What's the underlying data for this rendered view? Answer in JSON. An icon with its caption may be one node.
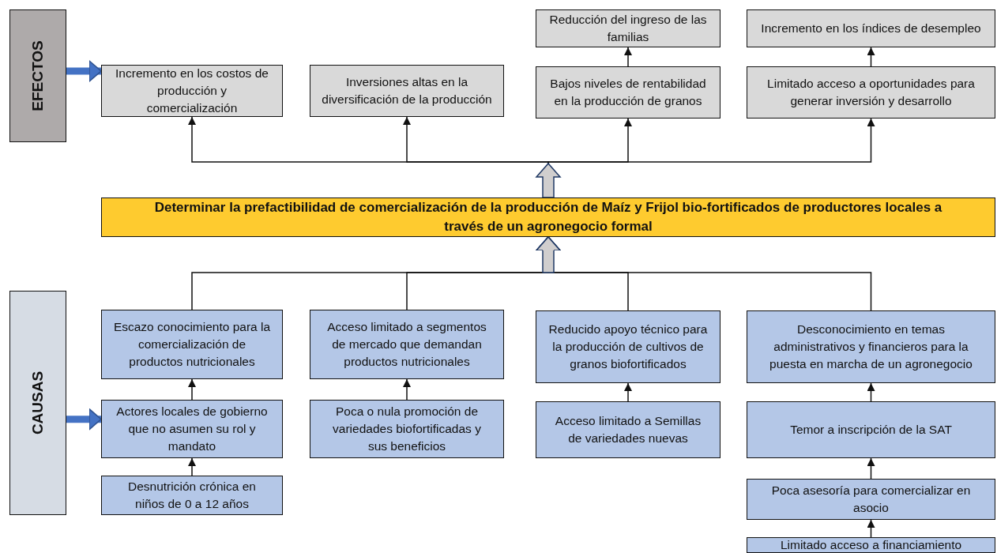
{
  "diagram": {
    "nodes": [
      {
        "text": [
          "EFECTOS"
        ]
      },
      {
        "text": [
          "Reducción del ingreso de las familias"
        ]
      },
      {
        "text": [
          "Incremento en los índices de desempleo"
        ]
      },
      {
        "text": [
          "Incremento en los costos de producción y comercialización"
        ]
      },
      {
        "text": [
          "Inversiones altas en la diversificación de la producción"
        ]
      },
      {
        "text": [
          "Bajos niveles de rentabilidad en la producción de granos"
        ]
      },
      {
        "text": [
          "Limitado acceso a oportunidades para generar inversión y desarrollo"
        ]
      },
      {
        "text": [
          "Determinar la prefactibilidad de comercialización de la producción de Maíz y Frijol bio-fortificados de productores locales a través de un agronegocio formal"
        ]
      },
      {
        "text": [
          "Escazo conocimiento para la comercialización de productos nutricionales"
        ]
      },
      {
        "text": [
          "Acceso limitado a segmentos de mercado que demandan productos nutricionales"
        ]
      },
      {
        "text": [
          "Reducido apoyo técnico para la producción de cultivos de granos biofortificados"
        ]
      },
      {
        "text": [
          "Desconocimiento en temas administrativos y financieros para la puesta en marcha de un agronegocio"
        ]
      },
      {
        "text": [
          "CAUSAS"
        ]
      },
      {
        "text": [
          "Actores locales de gobierno que no asumen su rol y mandato"
        ]
      },
      {
        "text": [
          "Poca o nula promoción de variedades biofortificadas y sus beneficios"
        ]
      },
      {
        "text": [
          "Acceso limitado a Semillas de variedades nuevas"
        ]
      },
      {
        "text": [
          "Temor a inscripción de la SAT"
        ]
      },
      {
        "text": [
          "Desnutrición crónica en niños de 0 a 12 años"
        ]
      },
      {
        "text": [
          "Poca asesoría para comercializar en asocio"
        ]
      },
      {
        "text": [
          "Limitado acceso a financiamiento"
        ]
      }
    ],
    "edges": [
      {
        "from": 0,
        "to": 3,
        "arrow": "to",
        "style": "thick",
        "color": "#4472c4"
      },
      {
        "from": 7,
        "to": 3,
        "arrow": "to"
      },
      {
        "from": 7,
        "to": 4,
        "arrow": "to"
      },
      {
        "from": 7,
        "to": 5,
        "arrow": "to"
      },
      {
        "from": 7,
        "to": 6,
        "arrow": "to"
      },
      {
        "from": 5,
        "to": 1,
        "arrow": "to"
      },
      {
        "from": 6,
        "to": 2,
        "arrow": "to"
      },
      {
        "from": 8,
        "to": 7,
        "arrow": "to"
      },
      {
        "from": 9,
        "to": 7,
        "arrow": "to"
      },
      {
        "from": 10,
        "to": 7,
        "arrow": "to"
      },
      {
        "from": 11,
        "to": 7,
        "arrow": "to"
      },
      {
        "from": 12,
        "to": 13,
        "arrow": "to",
        "style": "thick",
        "color": "#4472c4"
      },
      {
        "from": 13,
        "to": 8,
        "arrow": "to"
      },
      {
        "from": 17,
        "to": 13,
        "arrow": "to"
      },
      {
        "from": 14,
        "to": 9,
        "arrow": "to"
      },
      {
        "from": 15,
        "to": 10,
        "arrow": "to"
      },
      {
        "from": 16,
        "to": 11,
        "arrow": "to"
      },
      {
        "from": 18,
        "to": 16,
        "arrow": "to"
      },
      {
        "from": 19,
        "to": 18,
        "arrow": "to"
      }
    ]
  }
}
